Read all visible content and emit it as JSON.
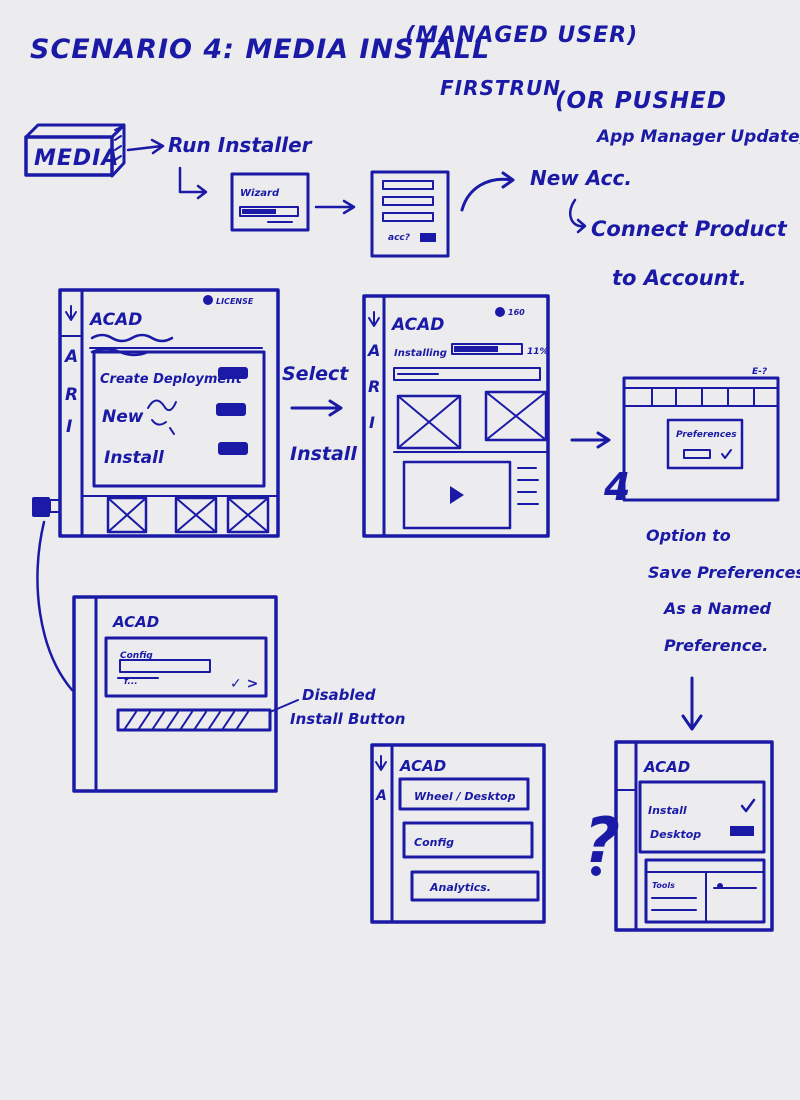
{
  "title": {
    "line1": "SCENARIO 4:  MEDIA INSTALL",
    "paren1": "(MANAGED USER)",
    "firstrun": "FIRSTRUN",
    "paren2": "(OR PUSHED",
    "paren2b": "App Manager Update)"
  },
  "top_flow": {
    "media_label": "MEDIA",
    "run_installer": "Run Installer",
    "installer_word": "Wizard",
    "login_hint": "acc?",
    "new_acc": "New Acc.",
    "connect_line1": "Connect Product",
    "connect_line2": "to Account."
  },
  "mid_flow": {
    "screen1": {
      "app": "ACAD",
      "badge": "LICENSE",
      "rail": [
        "A",
        "R",
        "I"
      ],
      "options": [
        "Create Deployment",
        "New",
        "Install"
      ]
    },
    "select_line1": "Select",
    "select_line2": "Install",
    "screen2": {
      "app": "ACAD",
      "badge": "160",
      "installing": "Installing",
      "percent": "11%",
      "rail": [
        "A",
        "R",
        "I"
      ]
    },
    "screen3": {
      "corner": "E-?",
      "dialog_title": "Preferences"
    },
    "number_4": "4",
    "note_lines": [
      "Option to",
      "Save Preferences",
      "As a Named",
      "Preference."
    ]
  },
  "bottom_flow": {
    "config_screen": {
      "app": "ACAD",
      "field": "Config",
      "value": "f...",
      "check": "✓ >"
    },
    "disabled_line1": "Disabled",
    "disabled_line2": "Install Button",
    "options_screen": {
      "app": "ACAD",
      "rows": [
        "Wheel / Desktop",
        "Config",
        "Analytics."
      ]
    },
    "question": "?",
    "final_screen": {
      "app": "ACAD",
      "install": "Install",
      "desktop": "Desktop",
      "label": "Tools"
    }
  }
}
